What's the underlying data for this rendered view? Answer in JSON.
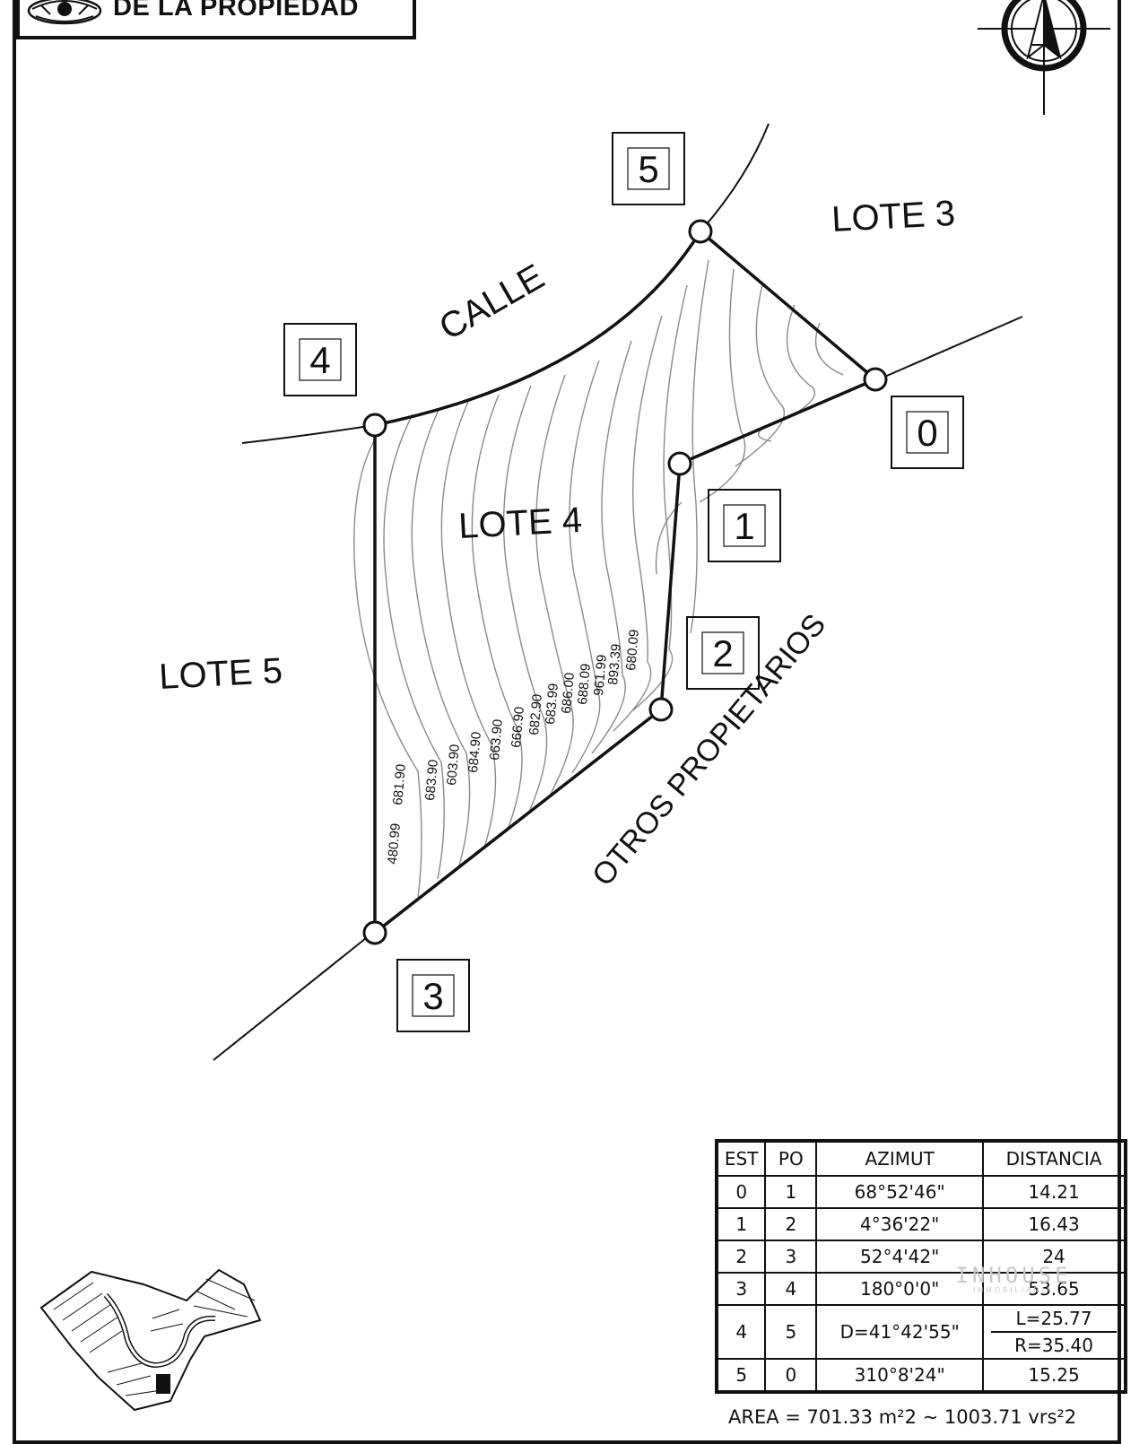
{
  "title": "DE LA PROPIEDAD",
  "map_labels": {
    "street": "CALLE",
    "lot_north": "LOTE 3",
    "lot_main": "LOTE 4",
    "lot_west": "LOTE 5",
    "neighbors": "OTROS PROPIETARIOS"
  },
  "stations": [
    {
      "id": "0"
    },
    {
      "id": "1"
    },
    {
      "id": "2"
    },
    {
      "id": "3"
    },
    {
      "id": "4"
    },
    {
      "id": "5"
    }
  ],
  "contour_labels": [
    "480.99",
    "681.90",
    "683.90",
    "603.90",
    "684.90",
    "663.90",
    "666.90",
    "682.90",
    "683.99",
    "686.00",
    "688.09",
    "961.99",
    "893.39",
    "680.09"
  ],
  "table": {
    "headers": [
      "EST",
      "PO",
      "AZIMUT",
      "DISTANCIA"
    ],
    "rows": [
      {
        "est": "0",
        "po": "1",
        "azimut": "68°52'46\"",
        "distancia": "14.21"
      },
      {
        "est": "1",
        "po": "2",
        "azimut": "4°36'22\"",
        "distancia": "16.43"
      },
      {
        "est": "2",
        "po": "3",
        "azimut": "52°4'42\"",
        "distancia": "24"
      },
      {
        "est": "3",
        "po": "4",
        "azimut": "180°0'0\"",
        "distancia": "53.65"
      },
      {
        "est": "4",
        "po": "5",
        "azimut": "D=41°42'55\"",
        "distancia_l": "L=25.77",
        "distancia_r": "R=35.40"
      },
      {
        "est": "5",
        "po": "0",
        "azimut": "310°8'24\"",
        "distancia": "15.25"
      }
    ]
  },
  "area": "AREA  =  701.33  m²2  ~  1003.71  vrs²2",
  "watermark": {
    "main": "INHOUSE",
    "sub": "INMOBILIARIA"
  },
  "colors": {
    "ink": "#111111",
    "paper": "#ffffff",
    "contour": "#8a8a8a",
    "watermark": "#c8c8c8"
  },
  "icons": [
    "north-arrow-icon",
    "company-logo-icon"
  ]
}
